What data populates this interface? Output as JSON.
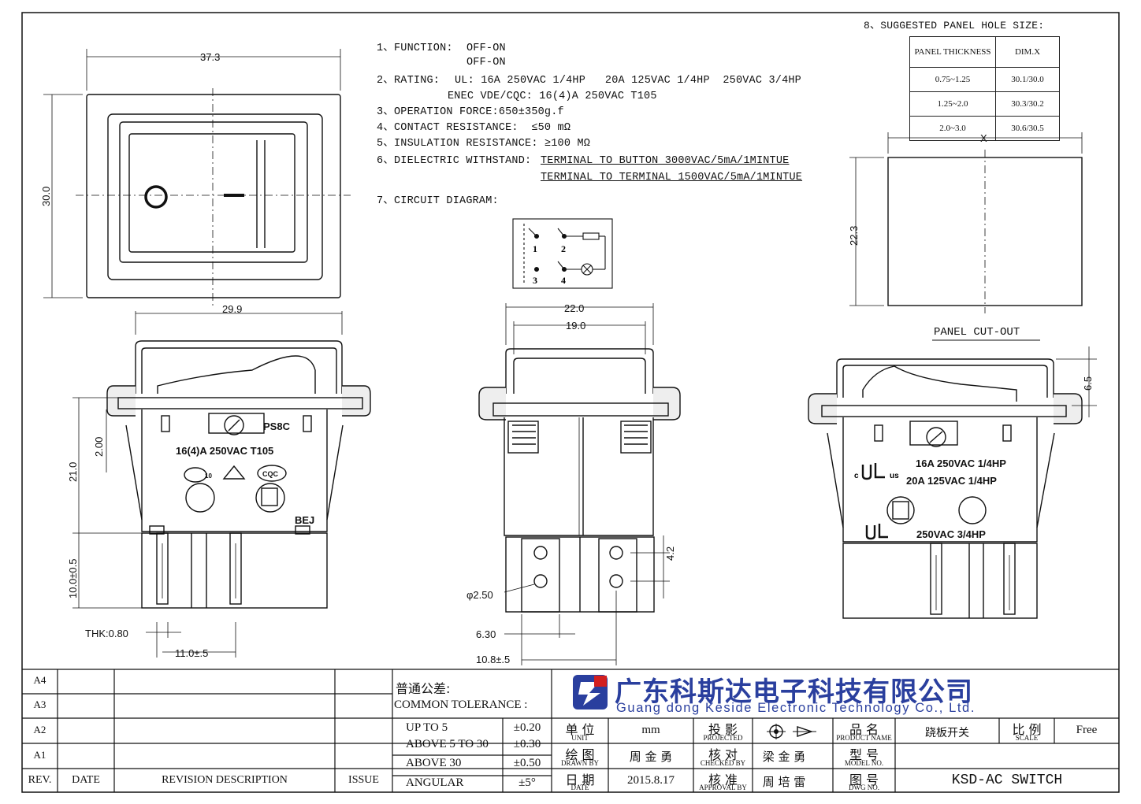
{
  "specs": {
    "function_label": "1、FUNCTION:",
    "function_lines": [
      "OFF-ON",
      "OFF-ON"
    ],
    "rating_label": "2、RATING:",
    "rating_line1": "UL: 16A 250VAC 1/4HP   20A 125VAC 1/4HP  250VAC 3/4HP",
    "rating_line2": "ENEC VDE/CQC: 16(4)A 250VAC T105",
    "operation_force": "3、OPERATION FORCE:650±350g.f",
    "contact_resistance": "4、CONTACT RESISTANCE:  ≤50 mΩ",
    "insulation_resistance": "5、INSULATION RESISTANCE: ≥100 MΩ",
    "dielectric_label": "6、DIELECTRIC WITHSTAND:",
    "dielectric_line1": "TERMINAL TO BUTTON 3000VAC/5mA/1MINTUE",
    "dielectric_line2": "TERMINAL TO TERMINAL 1500VAC/5mA/1MINTUE",
    "circuit_label": "7、CIRCUIT DIAGRAM:",
    "circuit_terminals": [
      "1",
      "2",
      "3",
      "4"
    ]
  },
  "panel_hole": {
    "title": "8、SUGGESTED PANEL HOLE SIZE:",
    "headers": [
      "PANEL THICKNESS",
      "DIM.X"
    ],
    "rows": [
      [
        "0.75~1.25",
        "30.1/30.0"
      ],
      [
        "1.25~2.0",
        "30.3/30.2"
      ],
      [
        "2.0~3.0",
        "30.6/30.5"
      ]
    ],
    "cutout_label": "PANEL  CUT-OUT",
    "dim_x": "X",
    "dim_height": "22.3"
  },
  "dimensions": {
    "top_width": "37.3",
    "top_height": "30.0",
    "side_width": "29.9",
    "side_height": "21.0",
    "side_small": "2.00",
    "terminal_len": "10.0±0.5",
    "thk": "THK:0.80",
    "pitch_left": "11.0±.5",
    "front_outer": "22.0",
    "front_inner": "19.0",
    "hole_dia": "φ2.50",
    "tab_width": "6.30",
    "tab_pitch": "10.8±.5",
    "tab_hole": "4.2",
    "right_step": "6.5"
  },
  "markings": {
    "left_model": "PS8C",
    "left_rating": "16(4)A 250VAC T105",
    "left_enec": "10",
    "left_cqc": "CQC",
    "left_code": "BEJ",
    "right_rating1": "16A 250VAC 1/4HP",
    "right_rating2": "20A 125VAC 1/4HP",
    "right_rating3": "250VAC 3/4HP",
    "right_c": "c",
    "right_us": "us",
    "rocker_off": "O",
    "rocker_on": "I"
  },
  "title_block": {
    "revisions": [
      "A4",
      "A3",
      "A2",
      "A1"
    ],
    "rev_headers": [
      "REV.",
      "DATE",
      "REVISION DESCRIPTION",
      "ISSUE"
    ],
    "tolerance_cn": "普通公差:",
    "tolerance_en": "COMMON TOLERANCE :",
    "tolerances": [
      [
        "UP TO 5",
        "±0.20"
      ],
      [
        "ABOVE 5 TO 30",
        "±0.30"
      ],
      [
        "ABOVE 30",
        "±0.50"
      ],
      [
        "ANGULAR",
        "±5°"
      ]
    ],
    "company_cn": "广东科斯达电子科技有限公司",
    "company_en": "Guang dong Keside  Electronic Technology Co., Ltd.",
    "unit_cn": "单 位",
    "unit_en": "UNIT",
    "unit_value": "mm",
    "projected_cn": "投 影",
    "projected_en": "PROJECTED",
    "product_cn": "品 名",
    "product_en": "PRODUCT NAME",
    "product_value": "跷板开关",
    "scale_cn": "比 例",
    "scale_en": "SCALE",
    "scale_value": "Free",
    "drawn_cn": "绘 图",
    "drawn_en": "DRAWN BY",
    "drawn_value": "周 金 勇",
    "checked_cn": "核 对",
    "checked_en": "CHECKED BY",
    "checked_value": "梁 金 勇",
    "model_cn": "型 号",
    "model_en": "MODEL NO.",
    "date_cn": "日 期",
    "date_en": "DATE",
    "date_value": "2015.8.17",
    "approval_cn": "核 准",
    "approval_en": "APPROVAL BY",
    "approval_value": "周 培 雷",
    "dwg_cn": "图 号",
    "dwg_en": "DWG NO.",
    "dwg_value": "KSD-AC SWITCH"
  },
  "colors": {
    "line": "#111111",
    "accent_blue": "#2a3f9e",
    "accent_red": "#d21f1f"
  }
}
